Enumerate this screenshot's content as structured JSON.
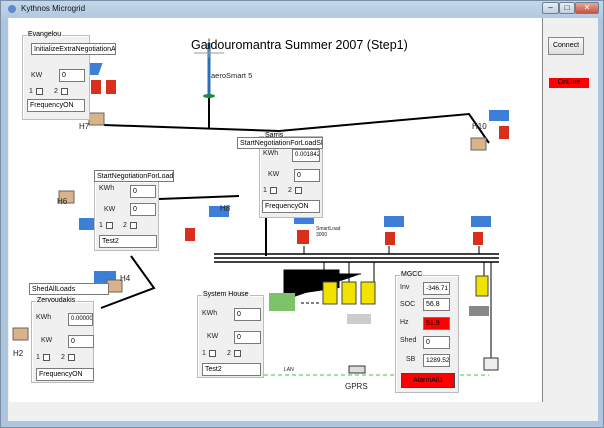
{
  "window": {
    "title": "Kythnos Microgrid",
    "minimize": "–",
    "maximize": "□",
    "close": "✕"
  },
  "diagram": {
    "title": "Gaidouromantra Summer 2007 (Step1)",
    "wind_label": "aeroSmart 5",
    "smartload_label": "SmartLoad\n3000",
    "lan_label": "LAN",
    "gprs_label": "GPRS",
    "house_labels": {
      "h7": "H7",
      "h10": "H10",
      "h6": "H6",
      "h8": "H8",
      "h4": "H4",
      "h2": "H2"
    }
  },
  "panel_h7": {
    "group": "Evangelou",
    "command": "InitializeExtraNegotiationAmo",
    "kw_label": "KW",
    "kw": "0",
    "cb1": "1",
    "cb2": "2",
    "status": "FrequencyON"
  },
  "panel_center": {
    "group": "Sarris",
    "command": "StartNegotiationForLoadShed",
    "kwh_label": "KWh",
    "kwh": "0.001842",
    "kw_label": "KW",
    "kw": "0",
    "cb1": "1",
    "cb2": "2",
    "status": "FrequencyON"
  },
  "panel_h6": {
    "command": "StartNegotiationForLoadShed",
    "kwh_label": "KWh",
    "kwh": "0",
    "kw_label": "KW",
    "kw": "0",
    "cb1": "1",
    "cb2": "2",
    "status": "Test2"
  },
  "panel_h2": {
    "command": "ShedAllLoads",
    "group": "Zervoudakis",
    "kwh_label": "KWh",
    "kwh": "0.00000",
    "kw_label": "KW",
    "kw": "0",
    "cb1": "1",
    "cb2": "2",
    "status": "FrequencyON"
  },
  "panel_system": {
    "group": "System House",
    "kwh_label": "KWh",
    "kwh": "0",
    "kw_label": "KW",
    "kw": "0",
    "cb1": "1",
    "cb2": "2",
    "status": "Test2"
  },
  "mgcc": {
    "group": "MGCC",
    "inv_label": "Inv",
    "inv": "-346.71",
    "soc_label": "SOC",
    "soc": "56.8",
    "hz_label": "Hz",
    "hz": "51.9",
    "shed_label": "Shed",
    "shed": "0",
    "sb_label": "SB",
    "sb": "1289.52",
    "alarm": "AlarmAll1",
    "alert_color": "#ff0000"
  },
  "side": {
    "connect": "Connect",
    "online": "OnLine"
  }
}
